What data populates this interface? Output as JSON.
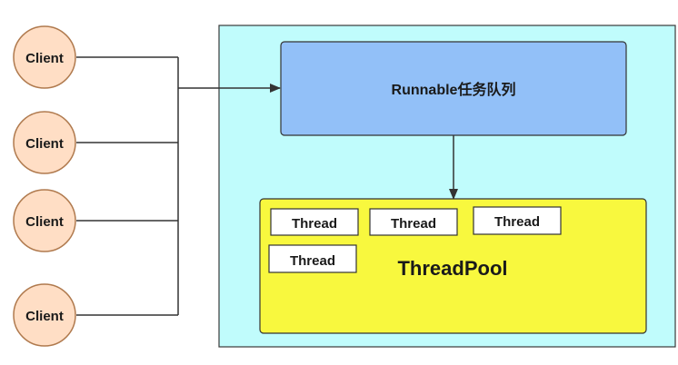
{
  "clients": [
    {
      "label": "Client"
    },
    {
      "label": "Client"
    },
    {
      "label": "Client"
    },
    {
      "label": "Client"
    }
  ],
  "queue": {
    "label": "Runnable任务队列"
  },
  "pool": {
    "label": "ThreadPool",
    "threads": [
      {
        "label": "Thread"
      },
      {
        "label": "Thread"
      },
      {
        "label": "Thread"
      },
      {
        "label": "Thread"
      }
    ]
  },
  "colors": {
    "client_fill": "#ffdec5",
    "client_stroke": "#b07a4e",
    "container_fill": "#c0fcfc",
    "queue_fill": "#92c0f8",
    "pool_fill": "#f8f83e",
    "thread_fill": "#ffffff",
    "line": "#333333"
  }
}
